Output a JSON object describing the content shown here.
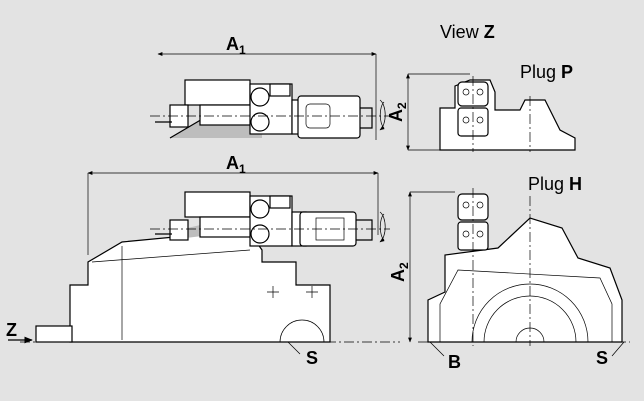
{
  "labels": {
    "view_prefix": "View ",
    "view_letter": "Z",
    "plug_p_prefix": "Plug ",
    "plug_p_letter": "P",
    "plug_h_prefix": "Plug ",
    "plug_h_letter": "H",
    "dim_a": "A",
    "dim_a_sub": "1",
    "dim_a2": "A",
    "dim_a2_sub": "2",
    "axis_z": "Z",
    "point_s": "S",
    "point_b": "B"
  },
  "colors": {
    "background": "#e3e3e3",
    "line": "#000000",
    "fill": "#ffffff"
  }
}
